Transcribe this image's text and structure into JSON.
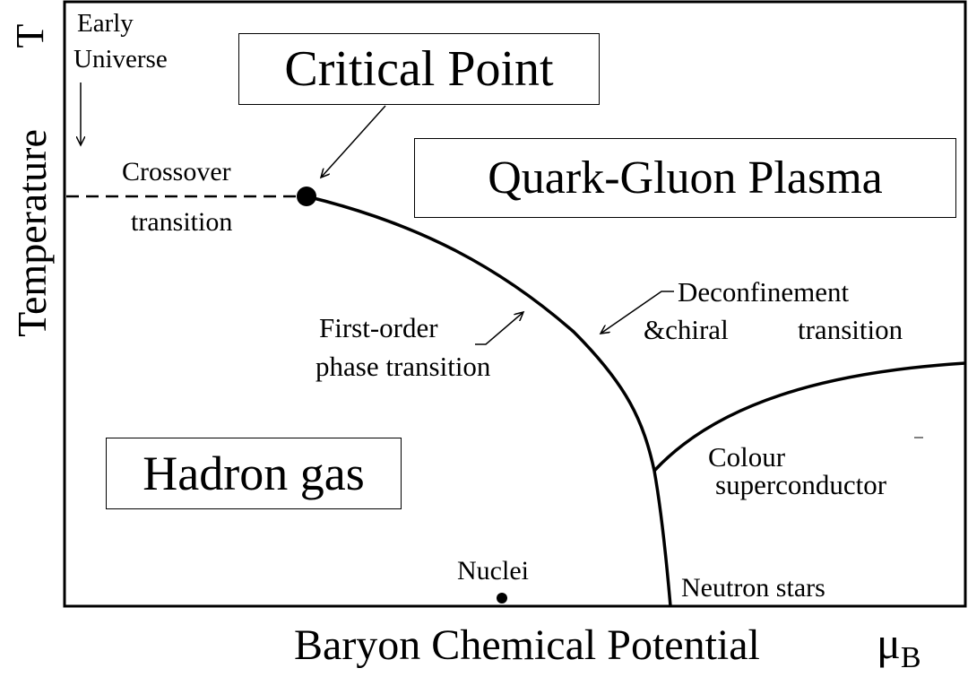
{
  "diagram": {
    "labels": {
      "early_universe_line1": "Early",
      "early_universe_line2": "Universe",
      "critical_point": "Critical Point",
      "qgp": "Quark-Gluon Plasma",
      "crossover_line1": "Crossover",
      "crossover_line2": "transition",
      "deconfinement_line1": "Deconfinement",
      "deconfinement_line2a": "&chiral",
      "deconfinement_line2b": "transition",
      "first_order_line1": "First-order",
      "first_order_line2": "phase transition",
      "hadron_gas": "Hadron gas",
      "colour_line1": "Colour",
      "colour_line2": "superconductor",
      "nuclei": "Nuclei",
      "neutron_stars": "Neutron stars",
      "y_axis": "Temperature",
      "y_symbol": "T",
      "x_axis": "Baryon Chemical Potential",
      "x_symbol": "μ",
      "x_subscript": "B"
    },
    "colors": {
      "ink": "#000000",
      "background": "#ffffff"
    }
  }
}
